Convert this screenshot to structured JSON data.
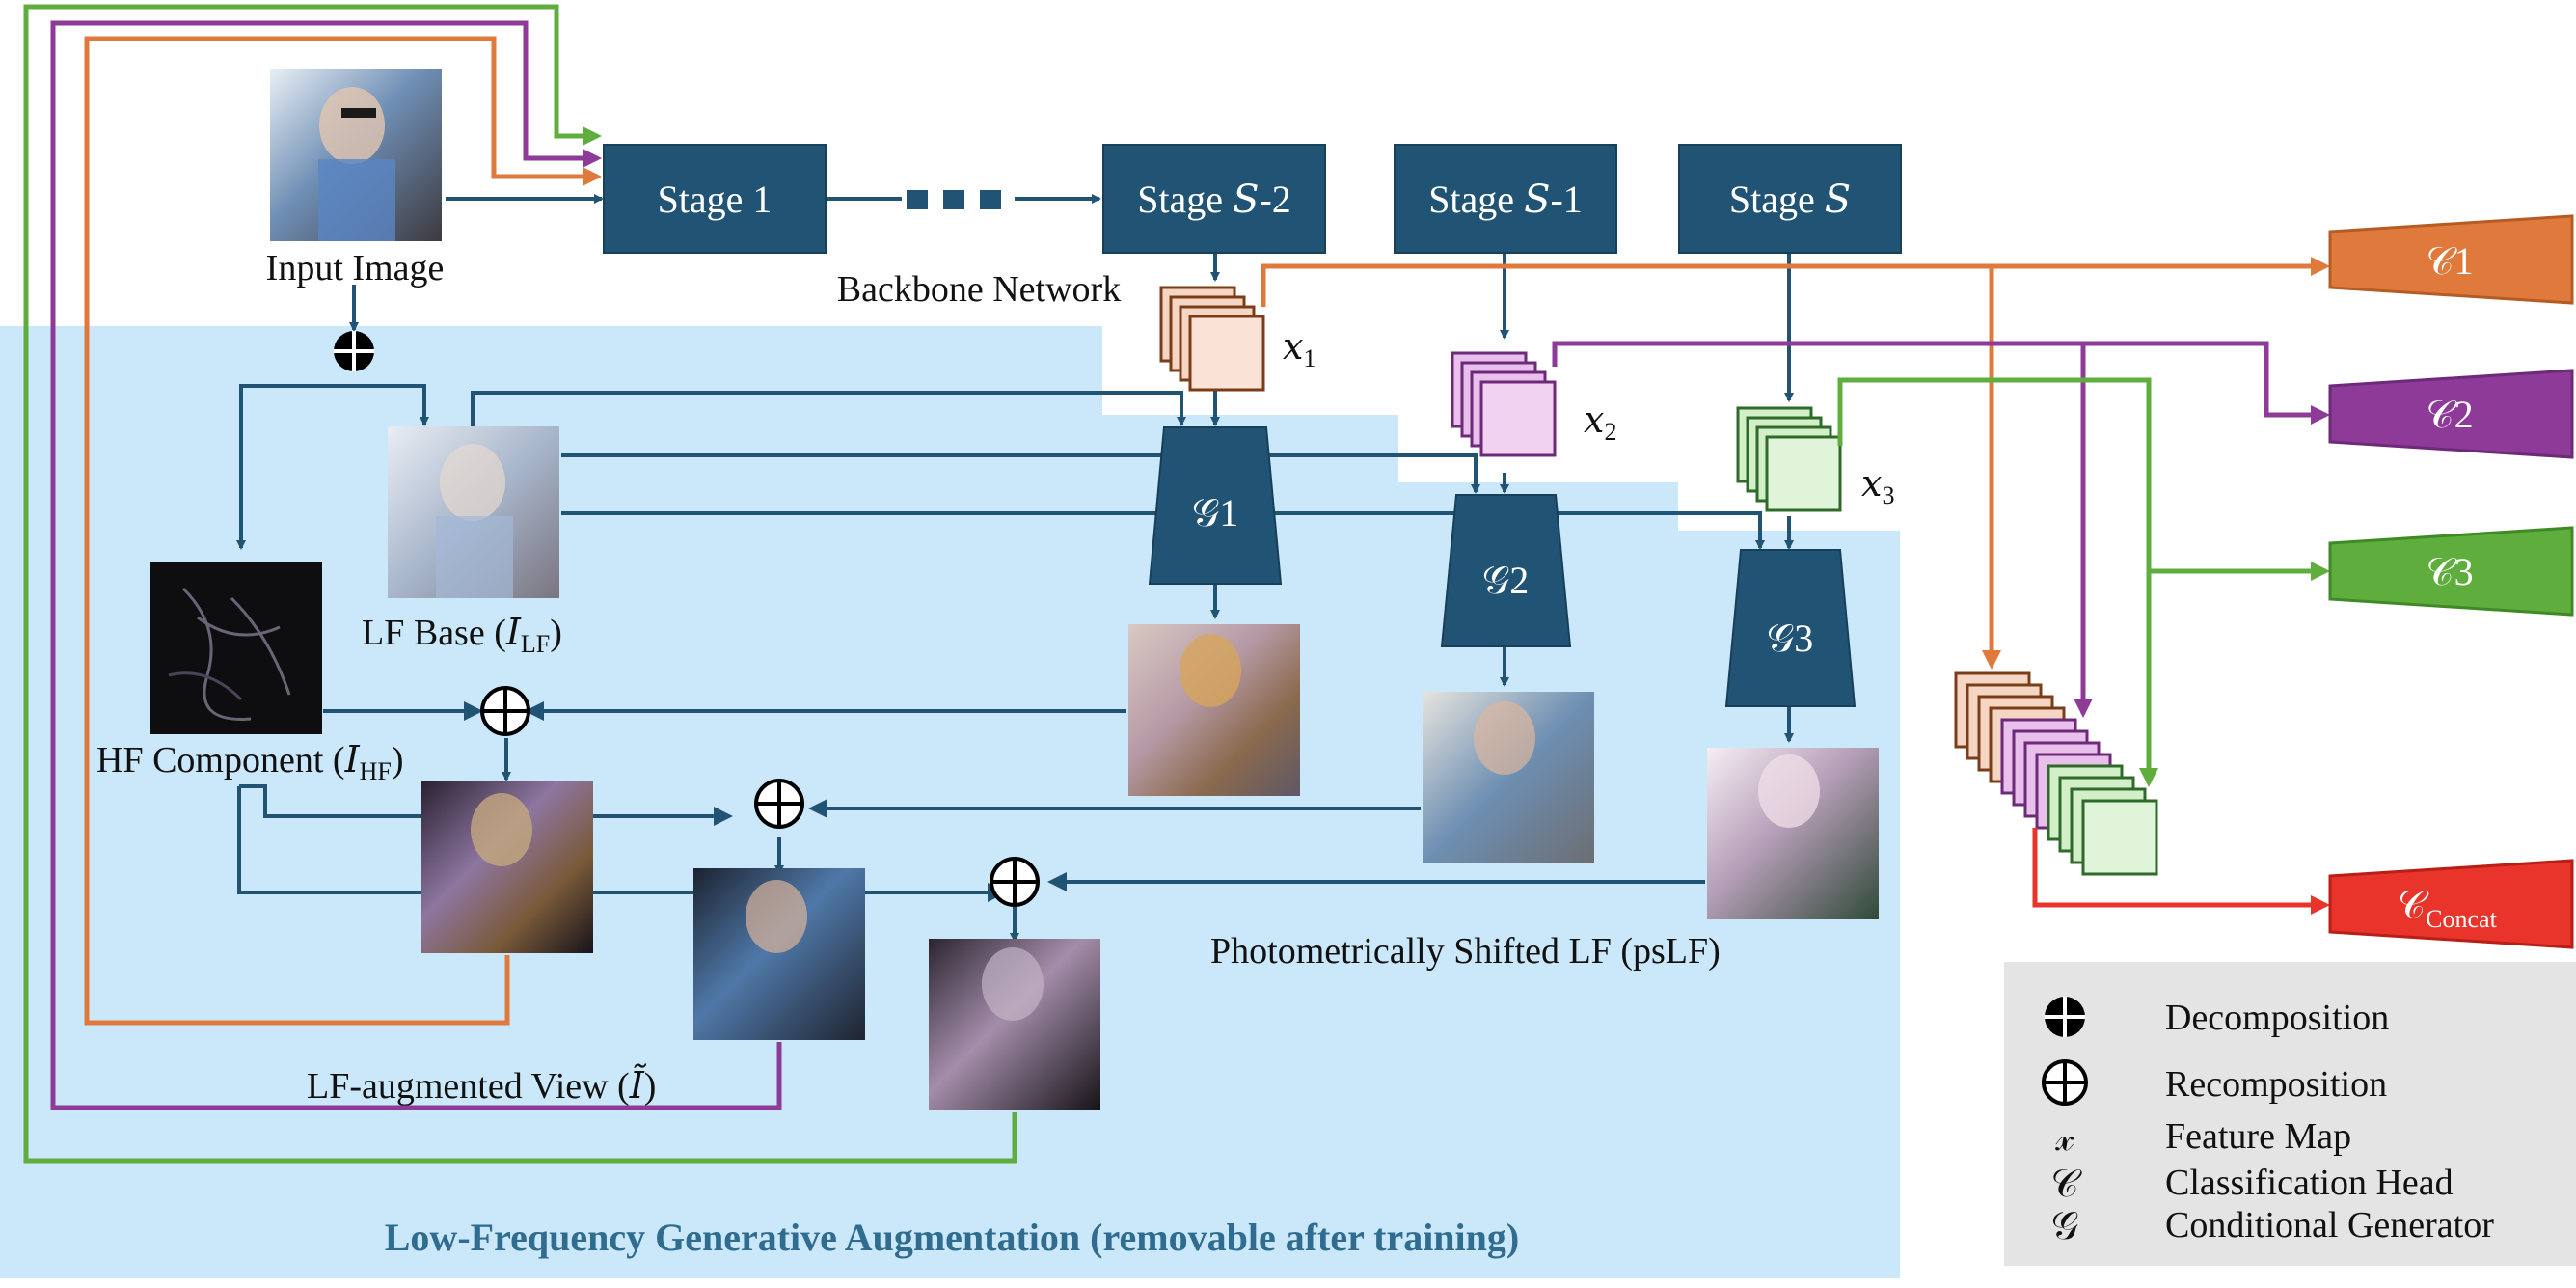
{
  "colors": {
    "navy": "#215474",
    "region_bg": "#cbe8fb",
    "orange": "#e07a3c",
    "purple": "#8e3a99",
    "green": "#5fae3d",
    "red": "#e8342a",
    "legend_bg": "#e4e4e4"
  },
  "stages": {
    "s1": "Stage 1",
    "s2_pre": "Stage ",
    "s2_var": "S",
    "s2_post": "-2",
    "s3_pre": "Stage ",
    "s3_var": "S",
    "s3_post": "-1",
    "s4_pre": "Stage ",
    "s4_var": "S"
  },
  "labels": {
    "input_image": "Input Image",
    "backbone": "Backbone Network",
    "lf_base": "LF Base (",
    "lf_base_sub": "LF",
    "hf_component": "HF Component (",
    "hf_sub": "HF",
    "lf_aug": "LF-augmented View (",
    "pslf": "Photometrically Shifted LF (psLF)",
    "region": "Low-Frequency Generative Augmentation (removable after training)",
    "x1": "x",
    "x1_sub": "1",
    "x2": "x",
    "x2_sub": "2",
    "x3": "x",
    "x3_sub": "3"
  },
  "generators": {
    "g1": "𝒢1",
    "g2": "𝒢2",
    "g3": "𝒢3"
  },
  "heads": {
    "c1": "𝒞1",
    "c2": "𝒞2",
    "c3": "𝒞3",
    "concat": "𝒞",
    "concat_sub": "Concat"
  },
  "legend": [
    {
      "symbol": "decomposition-icon",
      "label": "Decomposition"
    },
    {
      "symbol": "recomposition-icon",
      "label": "Recomposition"
    },
    {
      "symbol": "𝓍",
      "label": "Feature Map"
    },
    {
      "symbol": "𝒞",
      "label": "Classification Head"
    },
    {
      "symbol": "𝒢",
      "label": "Conditional Generator"
    }
  ]
}
